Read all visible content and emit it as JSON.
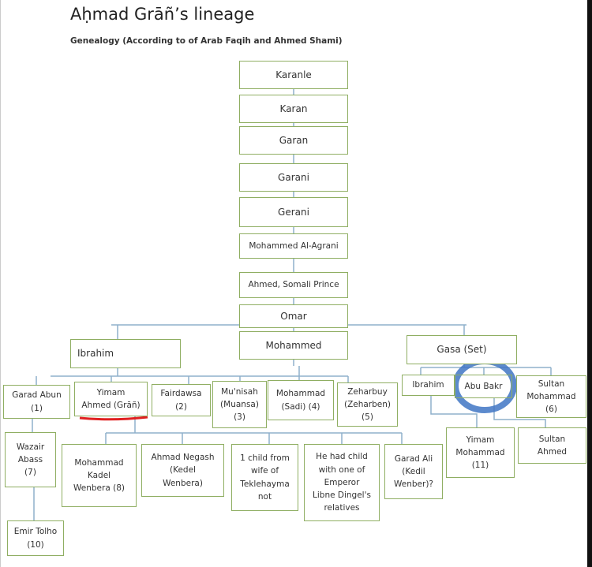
{
  "title": "Aḥmad Grāñ’s lineage",
  "subtitle": "Genealogy (According to of Arab Faqih and Ahmed Shami)",
  "nodes": {
    "karanle": "Karanle",
    "karan": "Karan",
    "garan": "Garan",
    "garani": "Garani",
    "gerani": "Gerani",
    "agrani": "Mohammed Al-Agrani",
    "ahmed_somali": "Ahmed, Somali Prince",
    "omar": "Omar",
    "mohammed": "Mohammed",
    "ibrahim_left": "Ibrahim",
    "gasa": "Gasa (Set)",
    "garad_abun": "Garad Abun\n(1)",
    "yimam_ahmed": "Yimam\nAhmed (Grāñ)",
    "fairdawsa": "Fairdawsa\n(2)",
    "munisah": "Mu'nisah\n(Muansa)\n(3)",
    "mohammad_sadi": "Mohammad\n(Sadi) (4)",
    "zeharbuy": "Zeharbuy\n(Zeharben)\n(5)",
    "ibrahim_right": "Ibrahim",
    "abu_bakr": "Abu Bakr",
    "sultan_mohammad": "Sultan\nMohammad\n(6)",
    "yimam_mohammad": "Yimam\nMohammad\n(11)",
    "sultan_ahmed": "Sultan\nAhmed",
    "wazair_abass": "Wazair\nAbass\n(7)",
    "mohammad_kadel": "Mohammad\nKadel\nWenbera (8)",
    "ahmad_negash": "Ahmad Negash\n(Kedel\nWenbera)",
    "one_child": "1 child from\nwife of\nTeklehayma\nnot",
    "he_had_child": "He had child\nwith one of\nEmperor\nLibne Dingel's\nrelatives",
    "garad_ali": "Garad Ali\n(Kedil\nWenber)?",
    "emir_tolho": "Emir Tolho\n(10)"
  },
  "colors": {
    "box_border": "#8fae62",
    "connector": "#8fb0cc",
    "highlight_circle": "#3f75c4",
    "underline": "#e02020"
  }
}
